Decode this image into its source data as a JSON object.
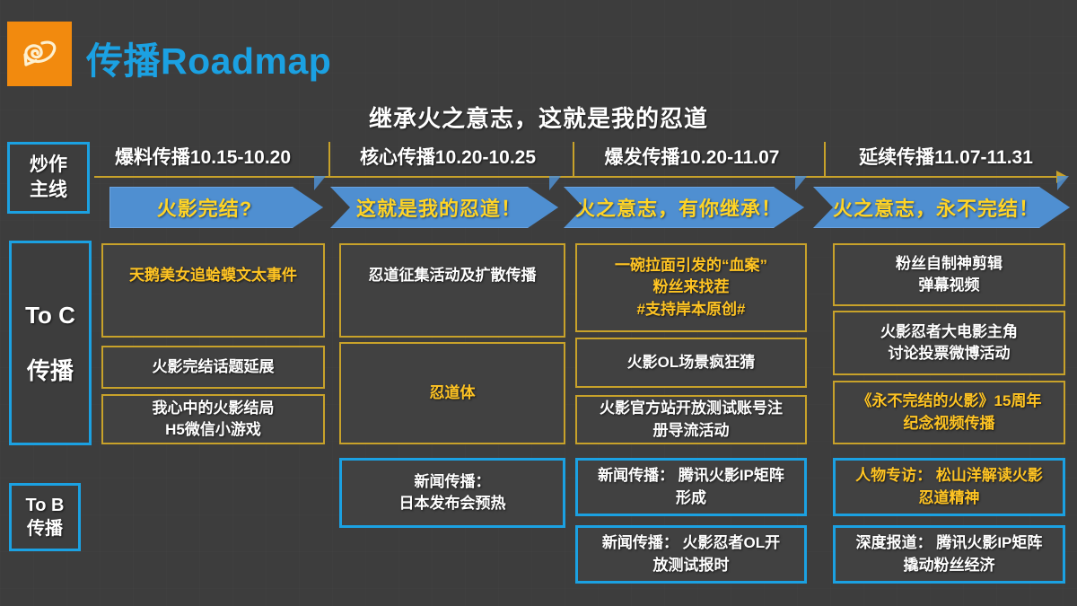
{
  "header": {
    "logo_icon": "konoha-leaf-icon",
    "title": "传播Roadmap",
    "slogan": "继承火之意志，这就是我的忍道"
  },
  "colors": {
    "background": "#3d3d3d",
    "accent_blue": "#1ba1e2",
    "gold": "#c8a22a",
    "gold_text": "#ffc423",
    "arrow_blue": "#4f8fd1",
    "arrow_text": "#ffd426",
    "logo_orange": "#f28a0e"
  },
  "rail": {
    "main_line": "炒作\n主线",
    "main_line_l1": "炒作",
    "main_line_l2": "主线",
    "toc_l1": "To C",
    "toc_l2": "传播",
    "tob_l1": "To B",
    "tob_l2": "传播"
  },
  "timeline": [
    {
      "header": "爆料传播10.15-10.20",
      "arrow": "火影完结?"
    },
    {
      "header": "核心传播10.20-10.25",
      "arrow": "这就是我的忍道！"
    },
    {
      "header": "爆发传播10.20-11.07",
      "arrow": "火之意志，有你继承！"
    },
    {
      "header": "延续传播11.07-11.31",
      "arrow": "火之意志，永不完结！"
    }
  ],
  "toc": {
    "col1": [
      {
        "lines": [
          "天鹅美女追蛤蟆文太事件"
        ],
        "style": "gold"
      },
      {
        "lines": [
          "火影完结话题延展"
        ],
        "style": "white"
      },
      {
        "lines": [
          "我心中的火影结局",
          "H5微信小游戏"
        ],
        "style": "white"
      }
    ],
    "col2": [
      {
        "lines": [
          "忍道征集活动及扩散传播"
        ],
        "style": "white"
      },
      {
        "lines": [
          "忍道体"
        ],
        "style": "gold"
      }
    ],
    "col3": [
      {
        "lines": [
          "一碗拉面引发的“血案”",
          "粉丝来找茬",
          "#支持岸本原创#"
        ],
        "style": "gold"
      },
      {
        "lines": [
          "火影OL场景疯狂猜"
        ],
        "style": "white"
      },
      {
        "lines": [
          "火影官方站开放测试账号注",
          "册导流活动"
        ],
        "style": "white"
      }
    ],
    "col4": [
      {
        "lines": [
          "粉丝自制神剪辑",
          "弹幕视频"
        ],
        "style": "white"
      },
      {
        "lines": [
          "火影忍者大电影主角",
          "讨论投票微博活动"
        ],
        "style": "white"
      },
      {
        "lines": [
          "《永不完结的火影》15周年",
          "纪念视频传播"
        ],
        "style": "gold"
      }
    ]
  },
  "tob": {
    "col2": [
      {
        "lines": [
          "新闻传播：",
          "日本发布会预热"
        ],
        "style": "white"
      }
    ],
    "col3": [
      {
        "lines": [
          "新闻传播： 腾讯火影IP矩阵",
          "形成"
        ],
        "style": "white"
      },
      {
        "lines": [
          "新闻传播： 火影忍者OL开",
          "放测试报时"
        ],
        "style": "white"
      }
    ],
    "col4": [
      {
        "lines": [
          "人物专访： 松山洋解读火影",
          "忍道精神"
        ],
        "style": "gold"
      },
      {
        "lines": [
          "深度报道： 腾讯火影IP矩阵",
          "撬动粉丝经济"
        ],
        "style": "white"
      }
    ]
  }
}
